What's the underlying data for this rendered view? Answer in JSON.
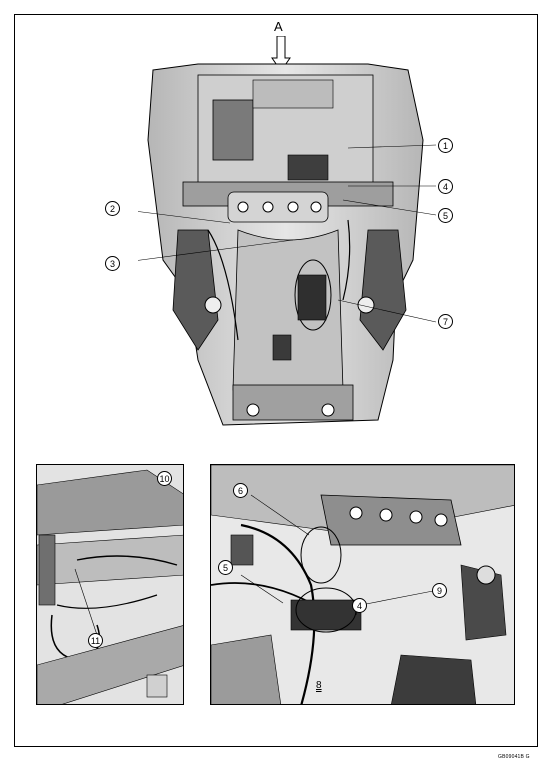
{
  "view_label": "A",
  "top_callouts": [
    "1",
    "2",
    "3",
    "4",
    "5",
    "7"
  ],
  "left_panel": {
    "label": "10",
    "callout": "11"
  },
  "right_panel": {
    "label": "8",
    "callouts": [
      "6",
      "5",
      "4",
      "9"
    ]
  },
  "figure_code": "GB09041B G",
  "colors": {
    "line": "#000000",
    "fill_light": "#d9d9d9",
    "fill_mid": "#a8a8a8",
    "fill_dark": "#4a4a4a",
    "highlight": "#8e8e8e"
  }
}
